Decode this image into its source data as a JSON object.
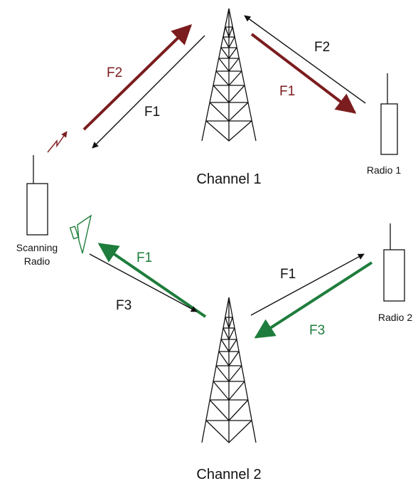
{
  "colors": {
    "black": "#111111",
    "red": "#7b1c1e",
    "green": "#1e7d3c"
  },
  "towers": {
    "channel1": {
      "label": "Channel 1"
    },
    "channel2": {
      "label": "Channel 2"
    }
  },
  "radios": {
    "radio1": {
      "label": "Radio 1"
    },
    "radio2": {
      "label": "Radio 2"
    },
    "scanning": {
      "label_line1": "Scanning",
      "label_line2": "Radio"
    }
  },
  "links": {
    "scan_to_ch1": "F2",
    "ch1_to_scan": "F1",
    "ch1_to_radio1": "F1",
    "radio1_to_ch1": "F2",
    "ch2_to_scan": "F1",
    "scan_to_ch2": "F3",
    "ch2_to_radio2": "F1",
    "radio2_to_ch2": "F3"
  },
  "icons": {
    "transmit": "lightning-transmit-icon",
    "speaker": "speaker-icon"
  }
}
